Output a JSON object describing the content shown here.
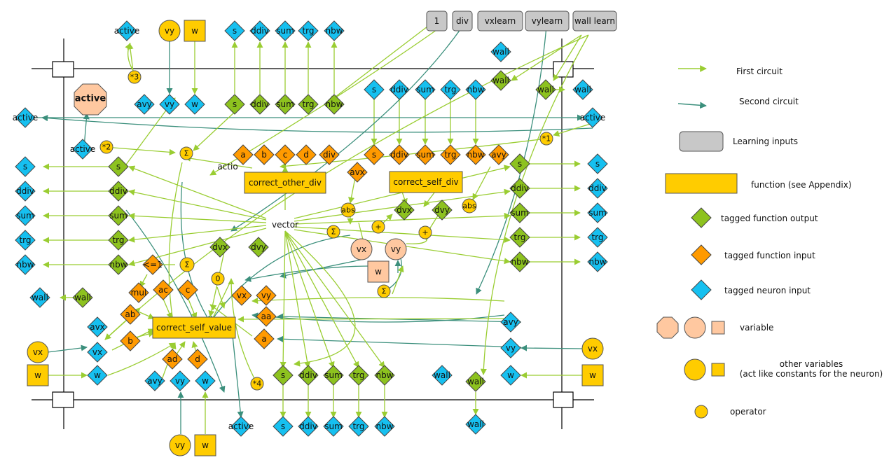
{
  "colors": {
    "cyan": "#16c0f0",
    "green": "#8dc21f",
    "orange": "#ff9a00",
    "yellow": "#ffcc00",
    "peach": "#ffc8a0",
    "gray": "#c8c8c8",
    "first_circuit": "#9acd32",
    "second_circuit": "#3b8f7c"
  },
  "learning_inputs": [
    "1",
    "div",
    "vxlearn",
    "vylearn",
    "wall learn"
  ],
  "functions": {
    "correct_other_div": "correct_other_div",
    "correct_self_div": "correct_self_div",
    "correct_self_value": "correct_self_value"
  },
  "center_labels": {
    "active": "active",
    "vector": "vector",
    "actio": "actio"
  },
  "operators": {
    "sum": "Σ",
    "plus": "+",
    "zero": "0",
    "abs": "abs",
    "leq": "<=1",
    "mul": "mul",
    "times1": "*1",
    "times2": "*2",
    "times3": "*3",
    "times4": "*4"
  },
  "labels": {
    "active": "active",
    "s": "s",
    "ddiv": "ddiv",
    "sum": "sum",
    "trg": "trg",
    "nbw": "nbw",
    "div": "div",
    "wall": "wall",
    "vx": "vx",
    "vy": "vy",
    "w": "w",
    "avx": "avx",
    "avy": "avy",
    "dvx": "dvx",
    "dvy": "dvy",
    "a": "a",
    "b": "b",
    "c": "c",
    "d": "d",
    "aa": "aa",
    "ab": "ab",
    "ac": "ac",
    "ad": "ad"
  },
  "legend": {
    "first_circuit": "First circuit",
    "second_circuit": "Second circuit",
    "learning_inputs": "Learning inputs",
    "function": "function (see Appendix)",
    "tagged_output": "tagged function output",
    "tagged_input": "tagged function input",
    "tagged_neuron_input": "tagged neuron input",
    "variable": "variable",
    "other_variables_line1": "other variables",
    "other_variables_line2": "(act like constants for the neuron)",
    "operator": "operator"
  }
}
